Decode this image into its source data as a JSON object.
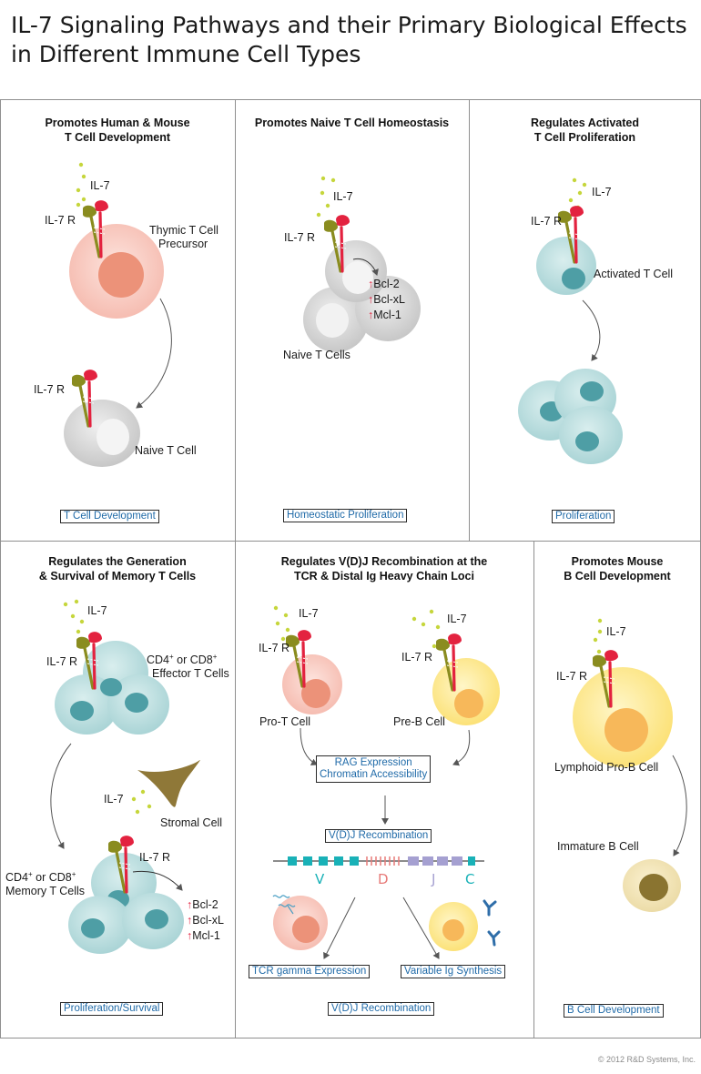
{
  "title": {
    "line1": "IL-7 Signaling Pathways and their Primary Biological Effects",
    "line2": "in Different Immune Cell Types"
  },
  "colors": {
    "il7_dot": "#c6d63c",
    "receptor_green": "#8a8c1f",
    "receptor_red": "#e3223f",
    "thymic_cell": "#f8c6bc",
    "thymic_nucleus": "#ec9279",
    "naive_cell": "#d4d4d4",
    "naive_nucleus": "#f2f2f2",
    "activated_cell": "#b6dcdd",
    "activated_nucleus": "#4e9ea5",
    "preb_cell": "#fde98e",
    "preb_nucleus": "#f7b85a",
    "mature_b_nucleus": "#8a7430",
    "stromal": "#8f7838",
    "label_blue": "#1f6aa8",
    "v_segment": "#19b1b7",
    "d_segment": "#e77a78",
    "j_segment": "#a5a0d1",
    "antibody": "#2f6ea9"
  },
  "panels": {
    "p1": {
      "title_line1": "Promotes Human & Mouse",
      "title_line2": "T Cell Development",
      "il7": "IL-7",
      "receptor": "IL-7 R",
      "cell1_line1": "Thymic T Cell",
      "cell1_line2": "Precursor",
      "receptor2": "IL-7 R",
      "cell2": "Naive T Cell",
      "outcome": "T Cell Development"
    },
    "p2": {
      "title": "Promotes Naive T Cell Homeostasis",
      "il7": "IL-7",
      "receptor": "IL-7 R",
      "gene1": "Bcl-2",
      "gene2": "Bcl-xL",
      "gene3": "Mcl-1",
      "cells": "Naive T Cells",
      "outcome": "Homeostatic Proliferation"
    },
    "p3": {
      "title_line1": "Regulates Activated",
      "title_line2": "T Cell Proliferation",
      "il7": "IL-7",
      "receptor": "IL-7 R",
      "cell": "Activated T Cell",
      "outcome": "Proliferation"
    },
    "p4": {
      "title_line1": "Regulates the Generation",
      "title_line2": "& Survival of Memory T Cells",
      "il7": "IL-7",
      "receptor": "IL-7 R",
      "effector_line1": "CD4",
      "effector_sup1": "+",
      "effector_or": " or CD8",
      "effector_sup2": "+",
      "effector_line2": "Effector T Cells",
      "il7_stromal": "IL-7",
      "stromal": "Stromal Cell",
      "receptor2": "IL-7 R",
      "memory_line1": "CD4",
      "memory_sup1": "+",
      "memory_or": " or CD8",
      "memory_sup2": "+",
      "memory_line2": "Memory T Cells",
      "gene1": "Bcl-2",
      "gene2": "Bcl-xL",
      "gene3": "Mcl-1",
      "outcome": "Proliferation/Survival"
    },
    "p5": {
      "title_line1": "Regulates V(D)J Recombination at the",
      "title_line2": "TCR & Distal Ig Heavy Chain Loci",
      "il7_t": "IL-7",
      "receptor_t": "IL-7 R",
      "protcell": "Pro-T Cell",
      "il7_b": "IL-7",
      "receptor_b": "IL-7 R",
      "prebcell": "Pre-B Cell",
      "rag_line1": "RAG Expression",
      "rag_line2": "Chromatin Accessibility",
      "vdj": "V(D)J Recombination",
      "seg_v": "V",
      "seg_d": "D",
      "seg_j": "J",
      "seg_c": "C",
      "tcr": "TCR gamma Expression",
      "ig": "Variable Ig Synthesis",
      "outcome": "V(D)J Recombination"
    },
    "p6": {
      "title_line1": "Promotes Mouse",
      "title_line2": "B Cell Development",
      "il7": "IL-7",
      "receptor": "IL-7 R",
      "cell1": "Lymphoid Pro-B Cell",
      "cell2": "Immature B Cell",
      "outcome": "B Cell Development"
    }
  },
  "copyright": "© 2012 R&D Systems, Inc."
}
